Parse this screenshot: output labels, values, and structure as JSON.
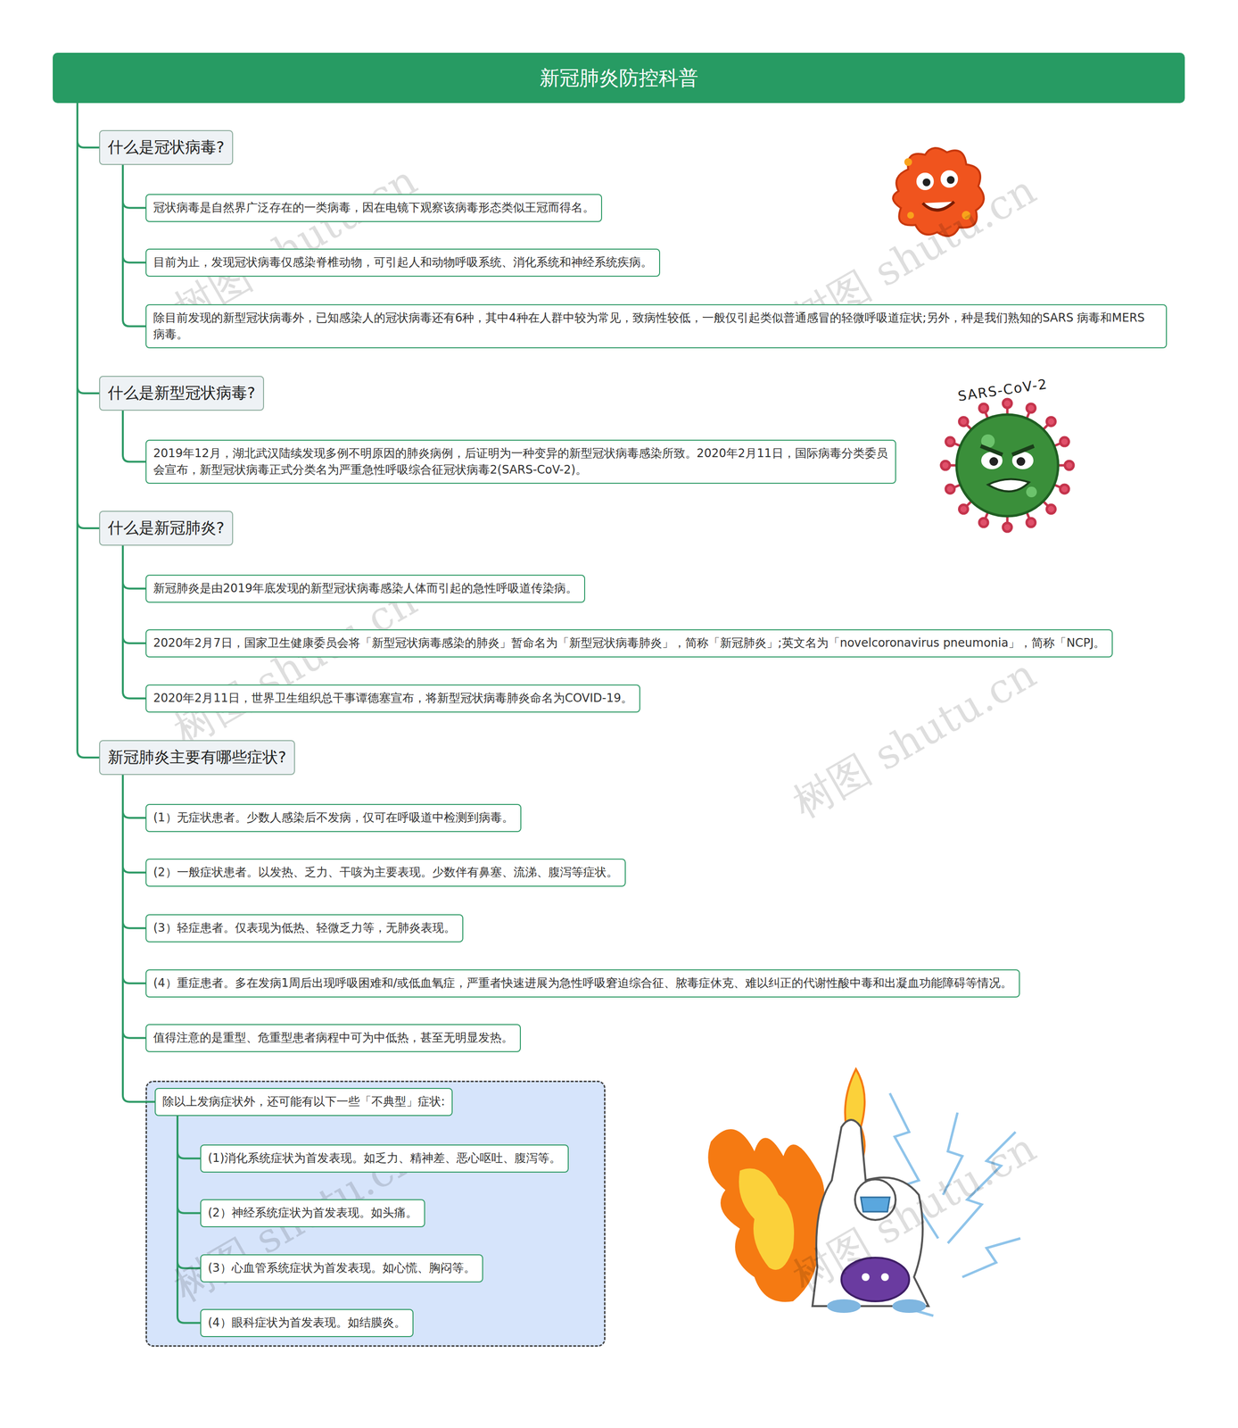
{
  "diagram": {
    "nodes": [
      {
        "text": [
          "新冠肺炎防控科普"
        ]
      },
      {
        "text": [
          "什么是冠状病毒?"
        ]
      },
      {
        "text": [
          "冠状病毒是自然界广泛存在的一类病毒，因在电镜下观察该病毒形态类似王冠而得名。"
        ]
      },
      {
        "text": [
          "目前为止，发现冠状病毒仅感染脊椎动物，可引起人和动物呼吸系统、消化系统和神经系统疾病。"
        ]
      },
      {
        "text": [
          "除目前发现的新型冠状病毒外，已知感染人的冠状病毒还有6种，其中4种在人群中较为常见，致病性较低，一般仅引起类似普通感冒的轻微呼吸道症状;另外，种是我们熟知的SARS 病毒和MERS 病毒。"
        ]
      },
      {
        "text": [
          "什么是新型冠状病毒?"
        ]
      },
      {
        "text": [
          "2019年12月，湖北武汉陆续发现多例不明原因的肺炎病例，后证明为一种变异的新型冠状病毒感染所致。2020年2月11日，国际病毒分类委员会宣布，新型冠状病毒正式分类名为严重急性呼吸综合征冠状病毒2(SARS-CoV-2)。"
        ]
      },
      {
        "text": [
          "什么是新冠肺炎?"
        ]
      },
      {
        "text": [
          "新冠肺炎是由2019年底发现的新型冠状病毒感染人体而引起的急性呼吸道传染病。"
        ]
      },
      {
        "text": [
          "2020年2月7日，国家卫生健康委员会将「新型冠状病毒感染的肺炎」暂命名为「新型冠状病毒肺炎」，简称「新冠肺炎」;英文名为「novelcoronavirus pneumonia」，简称「NCPJ。"
        ]
      },
      {
        "text": [
          "2020年2月11日，世界卫生组织总干事谭德塞宣布，将新型冠状病毒肺炎命名为COVID-19。"
        ]
      },
      {
        "text": [
          "新冠肺炎主要有哪些症状?"
        ]
      },
      {
        "text": [
          "(1）无症状患者。少数人感染后不发病，仅可在呼吸道中检测到病毒。"
        ]
      },
      {
        "text": [
          "(2）一般症状患者。以发热、乏力、干咳为主要表现。少数伴有鼻塞、流涕、腹泻等症状。"
        ]
      },
      {
        "text": [
          "(3）轻症患者。仅表现为低热、轻微乏力等，无肺炎表现。"
        ]
      },
      {
        "text": [
          "(4）重症患者。多在发病1周后出现呼吸困难和/或低血氧症，严重者快速进展为急性呼吸窘迫综合征、脓毒症休克、难以纠正的代谢性酸中毒和出凝血功能障碍等情况。"
        ]
      },
      {
        "text": [
          "值得注意的是重型、危重型患者病程中可为中低热，甚至无明显发热。"
        ]
      },
      {
        "text": [
          "除以上发病症状外，还可能有以下一些「不典型」症状:"
        ]
      },
      {
        "text": [
          "(1)消化系统症状为首发表现。如乏力、精神差、恶心呕吐、腹泻等。"
        ]
      },
      {
        "text": [
          "(2）神经系统症状为首发表现。如头痛。"
        ]
      },
      {
        "text": [
          "(3）心血管系统症状为首发表现。如心慌、胸闷等。"
        ]
      },
      {
        "text": [
          "(4）眼科症状为首发表现。如结膜炎。"
        ]
      }
    ],
    "edges": [
      {
        "from": 0,
        "to": 1,
        "arrow": "none"
      },
      {
        "from": 0,
        "to": 5,
        "arrow": "none"
      },
      {
        "from": 0,
        "to": 7,
        "arrow": "none"
      },
      {
        "from": 0,
        "to": 11,
        "arrow": "none"
      },
      {
        "from": 1,
        "to": 2,
        "arrow": "none"
      },
      {
        "from": 1,
        "to": 3,
        "arrow": "none"
      },
      {
        "from": 1,
        "to": 4,
        "arrow": "none"
      },
      {
        "from": 5,
        "to": 6,
        "arrow": "none"
      },
      {
        "from": 7,
        "to": 8,
        "arrow": "none"
      },
      {
        "from": 7,
        "to": 9,
        "arrow": "none"
      },
      {
        "from": 7,
        "to": 10,
        "arrow": "none"
      },
      {
        "from": 11,
        "to": 12,
        "arrow": "none"
      },
      {
        "from": 11,
        "to": 13,
        "arrow": "none"
      },
      {
        "from": 11,
        "to": 14,
        "arrow": "none"
      },
      {
        "from": 11,
        "to": 15,
        "arrow": "none"
      },
      {
        "from": 11,
        "to": 16,
        "arrow": "none"
      },
      {
        "from": 11,
        "to": 17,
        "arrow": "none"
      },
      {
        "from": 17,
        "to": 18,
        "arrow": "none"
      },
      {
        "from": 17,
        "to": 19,
        "arrow": "none"
      },
      {
        "from": 17,
        "to": 20,
        "arrow": "none"
      },
      {
        "from": 17,
        "to": 21,
        "arrow": "none"
      }
    ],
    "labels": [
      "SARS-CoV-2",
      "树图 shutu.cn",
      "树图 shutu.cn",
      "树图 shutu.cn",
      "树图 shutu.cn",
      "树图 shutu.cn",
      "树图 shutu.cn"
    ]
  }
}
